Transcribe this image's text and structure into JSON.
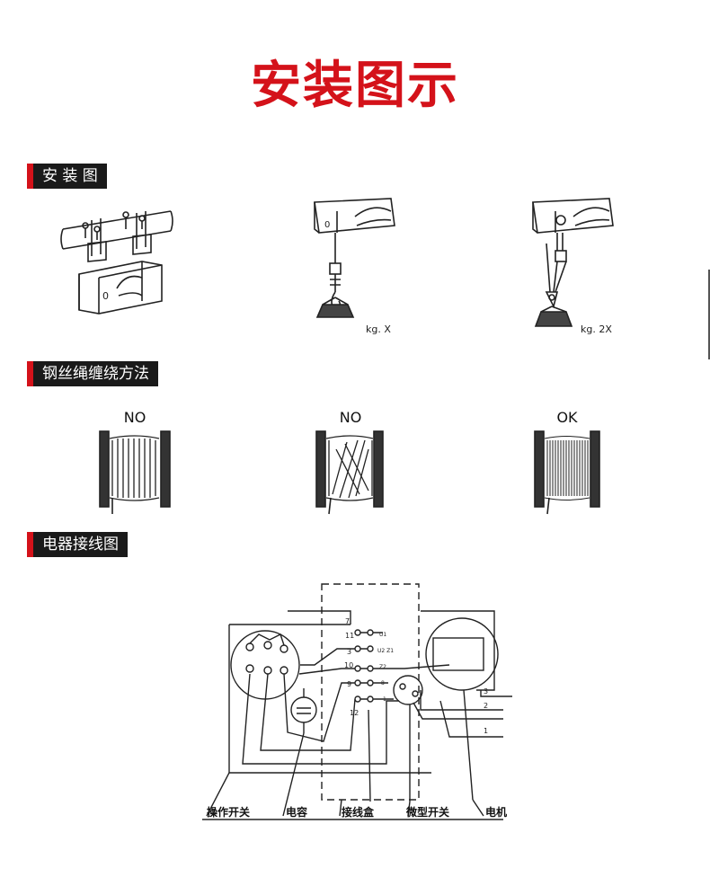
{
  "title": "安装图示",
  "sections": {
    "install": "安 装 图",
    "winding": "钢丝绳缠绕方法",
    "wiring": "电器接线图"
  },
  "install": {
    "load1": "kg.  X",
    "load2": "kg.  2X"
  },
  "winding": {
    "drum1": "NO",
    "drum2": "NO",
    "drum3": "OK"
  },
  "wiring": {
    "terminals": [
      "7",
      "11",
      "3",
      "10",
      "9",
      "12"
    ],
    "terminal_tags": [
      "U1",
      "U2 Z1",
      "Z2",
      "1",
      "8"
    ],
    "wire_numbers": [
      "3",
      "2",
      "1"
    ],
    "labels": {
      "operating_switch": "操作开关",
      "capacitor": "电容",
      "junction_box": "接线盒",
      "micro_switch": "微型开关",
      "motor": "电机"
    }
  }
}
